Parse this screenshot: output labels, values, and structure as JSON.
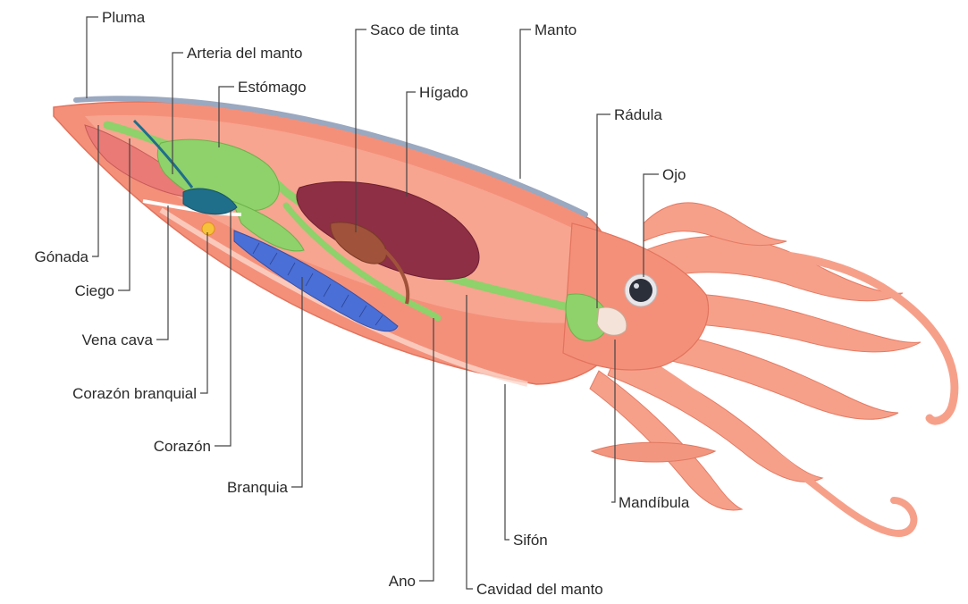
{
  "labels": {
    "pluma": "Pluma",
    "arteria_del_manto": "Arteria del manto",
    "estomago": "Estómago",
    "saco_de_tinta": "Saco de tinta",
    "higado": "Hígado",
    "manto": "Manto",
    "radula": "Rádula",
    "ojo": "Ojo",
    "gonada": "Gónada",
    "ciego": "Ciego",
    "vena_cava": "Vena cava",
    "corazon_branquial": "Corazón branquial",
    "corazon": "Corazón",
    "branquia": "Branquia",
    "mandibula": "Mandíbula",
    "sifon": "Sifón",
    "ano": "Ano",
    "cavidad_del_manto": "Cavidad del manto"
  },
  "colors": {
    "body": "#f4907a",
    "body_light": "#f9b6a3",
    "digestive": "#8fd16a",
    "liver": "#8e2f45",
    "ink_sac": "#a0523a",
    "gill": "#4a6fd6",
    "pen": "#9aa8c0",
    "eye": "#2b2f3a"
  }
}
